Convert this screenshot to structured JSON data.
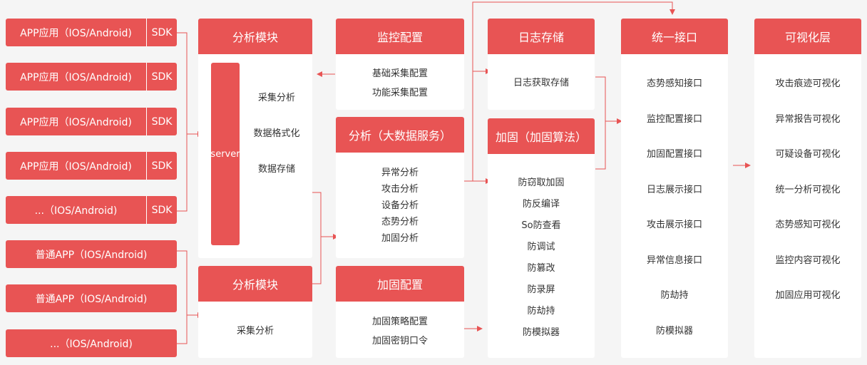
{
  "apps": [
    {
      "label": "APP应用（IOS/Android)",
      "sdk": "SDK"
    },
    {
      "label": "APP应用（IOS/Android)",
      "sdk": "SDK"
    },
    {
      "label": "APP应用（IOS/Android)",
      "sdk": "SDK"
    },
    {
      "label": "APP应用（IOS/Android)",
      "sdk": "SDK"
    },
    {
      "label": "...（IOS/Android)",
      "sdk": "SDK"
    }
  ],
  "normal_apps": [
    "普通APP（IOS/Android)",
    "普通APP（IOS/Android)",
    "...（IOS/Android)"
  ],
  "analysis1": {
    "title": "分析模块",
    "server": "server",
    "items": [
      "采集分析",
      "数据格式化",
      "数据存储"
    ]
  },
  "analysis2": {
    "title": "分析模块",
    "items": [
      "采集分析"
    ]
  },
  "monitor": {
    "title": "监控配置",
    "items": [
      "基础采集配置",
      "功能采集配置"
    ]
  },
  "bigdata": {
    "title": "分析（大数据服务）",
    "items": [
      "异常分析",
      "攻击分析",
      "设备分析",
      "态势分析",
      "加固分析"
    ]
  },
  "harden_cfg": {
    "title": "加固配置",
    "items": [
      "加固策略配置",
      "加固密钥口令"
    ]
  },
  "log": {
    "title": "日志存储",
    "items": [
      "日志获取存储"
    ]
  },
  "harden": {
    "title": "加固（加固算法）",
    "items": [
      "防窃取加固",
      "防反编译",
      "So防查看",
      "防调试",
      "防篡改",
      "防录屏",
      "防劫持",
      "防模拟器"
    ]
  },
  "api": {
    "title": "统一接口",
    "items": [
      "态势感知接口",
      "监控配置接口",
      "加固配置接口",
      "日志展示接口",
      "攻击展示接口",
      "异常信息接口",
      "防劫持",
      "防模拟器"
    ]
  },
  "vis": {
    "title": "可视化层",
    "items": [
      "攻击痕迹可视化",
      "异常报告可视化",
      "可疑设备可视化",
      "统一分析可视化",
      "态势感知可视化",
      "监控内容可视化",
      "加固应用可视化"
    ]
  },
  "colors": {
    "accent": "#e85454",
    "background": "#f5f5f5"
  }
}
